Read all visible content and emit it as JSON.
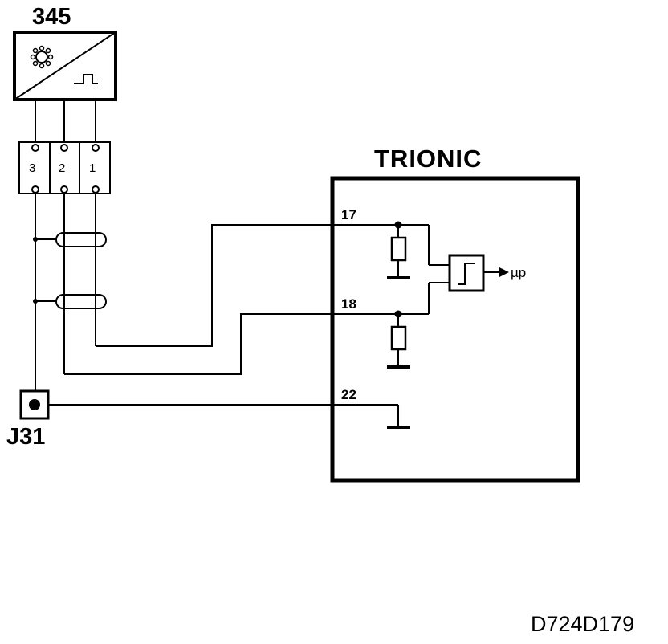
{
  "sensor": {
    "label": "345",
    "icon": "sensor-toothed-wheel-icon",
    "signal_icon": "square-pulse-icon"
  },
  "connector": {
    "pins": [
      "3",
      "2",
      "1"
    ]
  },
  "ground_point": {
    "label": "J31"
  },
  "ecu": {
    "title": "TRIONIC",
    "pins": {
      "pin_17": "17",
      "pin_18": "18",
      "pin_22": "22"
    },
    "output_label": "µp",
    "comparator_icon": "schmitt-trigger-icon",
    "ground_icon": "ground-icon"
  },
  "reference": "D724D179"
}
